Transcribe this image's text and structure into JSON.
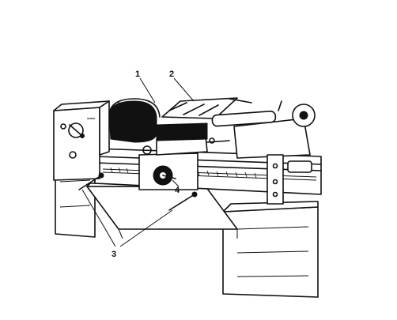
{
  "figure": {
    "subject": "lathe",
    "callouts": [
      {
        "id": "callout-1",
        "text": "1"
      },
      {
        "id": "callout-2",
        "text": "2"
      },
      {
        "id": "callout-3",
        "text": "3"
      },
      {
        "id": "callout-4",
        "text": "4"
      }
    ]
  },
  "colors": {
    "ink": "#111111",
    "paper": "#ffffff"
  }
}
